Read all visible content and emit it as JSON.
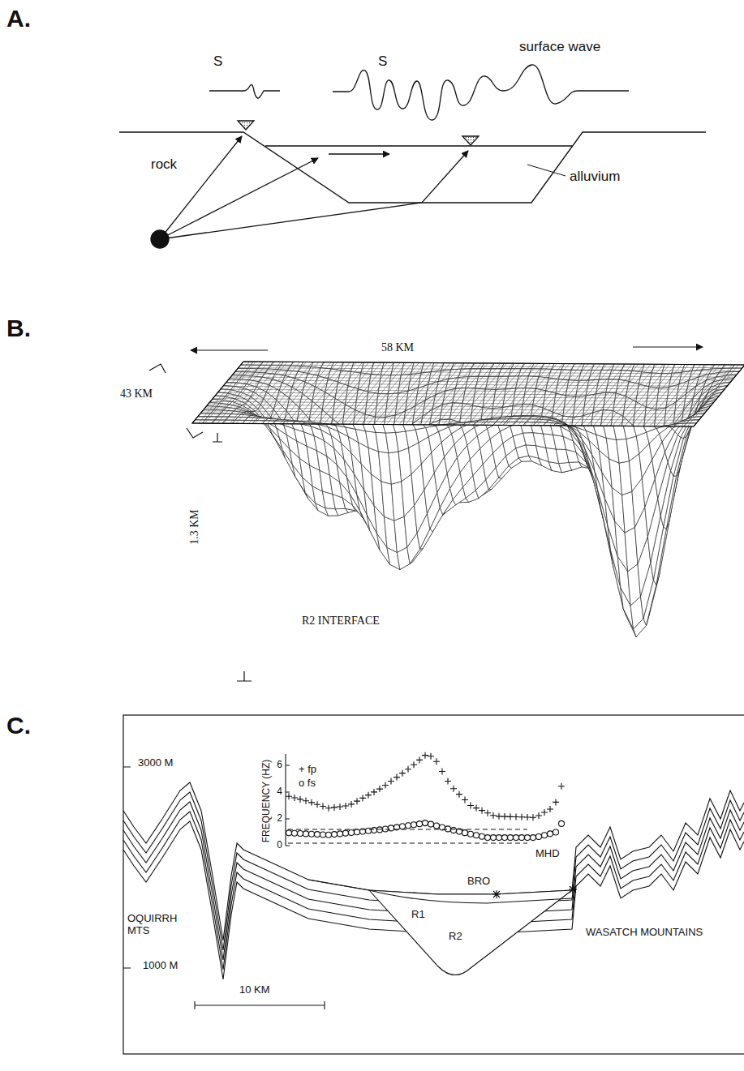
{
  "diagram": {
    "labels": [
      "A.",
      "S",
      "S",
      "surface wave",
      "rock",
      "alluvium",
      "B.",
      "58 KM",
      "43 KM",
      "1.3 KM",
      "R2 INTERFACE",
      "C.",
      "3000 M",
      "1000 M",
      "10 KM",
      "OQUIRRH MTS",
      "WASATCH MOUNTAINS",
      "R1",
      "R2",
      "BRO",
      "MHD",
      "+ fp",
      "o fs",
      "FREQUENCY (HZ)",
      "6",
      "4",
      "2",
      "0"
    ]
  }
}
